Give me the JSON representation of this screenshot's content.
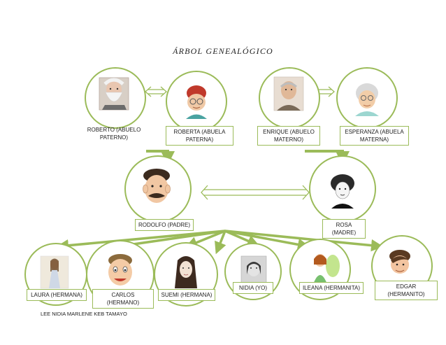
{
  "title": "ÁRBOL GENEALÓGICO",
  "colors": {
    "border": "#9bbb59",
    "connector": "#9bbb59"
  },
  "grandparents": [
    {
      "label": "ROBERTO (ABUELO PATERNO)",
      "portrait": "grandfather-portrait"
    },
    {
      "label": "ROBERTA (ABUELA PATERNA)",
      "portrait": "grandmother-portrait"
    },
    {
      "label": "ENRIQUE (ABUELO MATERNO)",
      "portrait": "grandfather-portrait"
    },
    {
      "label": "ESPERANZA (ABUELA MATERNA)",
      "portrait": "grandmother-portrait"
    }
  ],
  "parents": [
    {
      "label": "RODOLFO (PADRE)",
      "portrait": "father-portrait"
    },
    {
      "label": "ROSA (MADRE)",
      "portrait": "mother-portrait"
    }
  ],
  "children": [
    {
      "label": "LAURA (HERMANA)",
      "portrait": "sister-portrait"
    },
    {
      "label": "CARLOS (HERMANO)",
      "portrait": "brother-portrait"
    },
    {
      "label": "SUEMI (HERMANA)",
      "portrait": "sister-portrait"
    },
    {
      "label": "NIDIA (YO)",
      "portrait": "self-portrait"
    },
    {
      "label": "ILEANA (HERMANITA)",
      "portrait": "little-sister-portrait"
    },
    {
      "label": "EDGAR (HERMANITO)",
      "portrait": "little-brother-portrait"
    }
  ],
  "author": "LEE NIDIA MARLENE KEB TAMAYO"
}
